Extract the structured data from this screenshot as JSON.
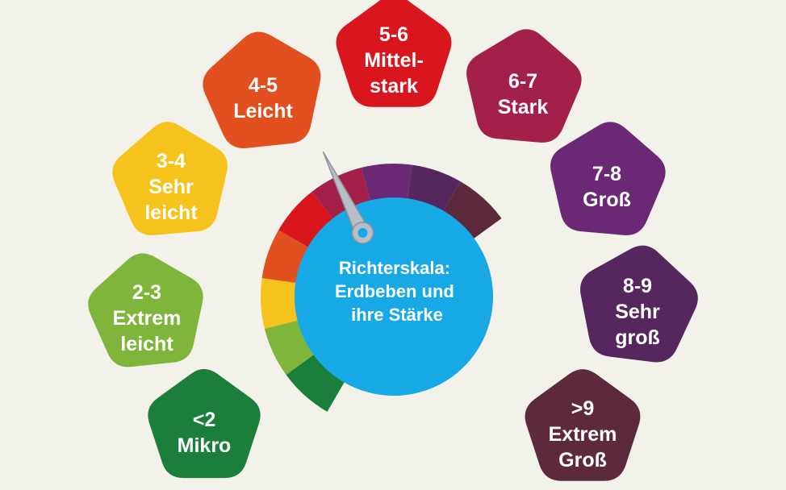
{
  "center": {
    "lines": [
      "Richterskala:",
      "Erdbeben und",
      "ihre Stärke"
    ]
  },
  "categories": [
    {
      "id": "mikro",
      "lines": [
        "<2",
        "Mikro"
      ],
      "color": "#1b7e3a"
    },
    {
      "id": "extrem-leicht",
      "lines": [
        "2-3",
        "Extrem",
        "leicht"
      ],
      "color": "#7fb53b"
    },
    {
      "id": "sehr-leicht",
      "lines": [
        "3-4",
        "Sehr",
        "leicht"
      ],
      "color": "#f6c31c"
    },
    {
      "id": "leicht",
      "lines": [
        "4-5",
        "Leicht"
      ],
      "color": "#e2501f"
    },
    {
      "id": "mittelstark",
      "lines": [
        "5-6",
        "Mittel-",
        "stark"
      ],
      "color": "#d9151d"
    },
    {
      "id": "stark",
      "lines": [
        "6-7",
        "Stark"
      ],
      "color": "#a3204a"
    },
    {
      "id": "gross",
      "lines": [
        "7-8",
        "Groß"
      ],
      "color": "#6b2874"
    },
    {
      "id": "sehr-gross",
      "lines": [
        "8-9",
        "Sehr",
        "groß"
      ],
      "color": "#55275e"
    },
    {
      "id": "extrem-gross",
      "lines": [
        ">9",
        "Extrem",
        "Groß"
      ],
      "color": "#5c2a3c"
    }
  ],
  "colors": {
    "background": "#f2f2ea",
    "center_circle": "#17a9e6",
    "needle": "#b9bec6"
  },
  "icons": {
    "needle": "gauge-needle-icon"
  }
}
